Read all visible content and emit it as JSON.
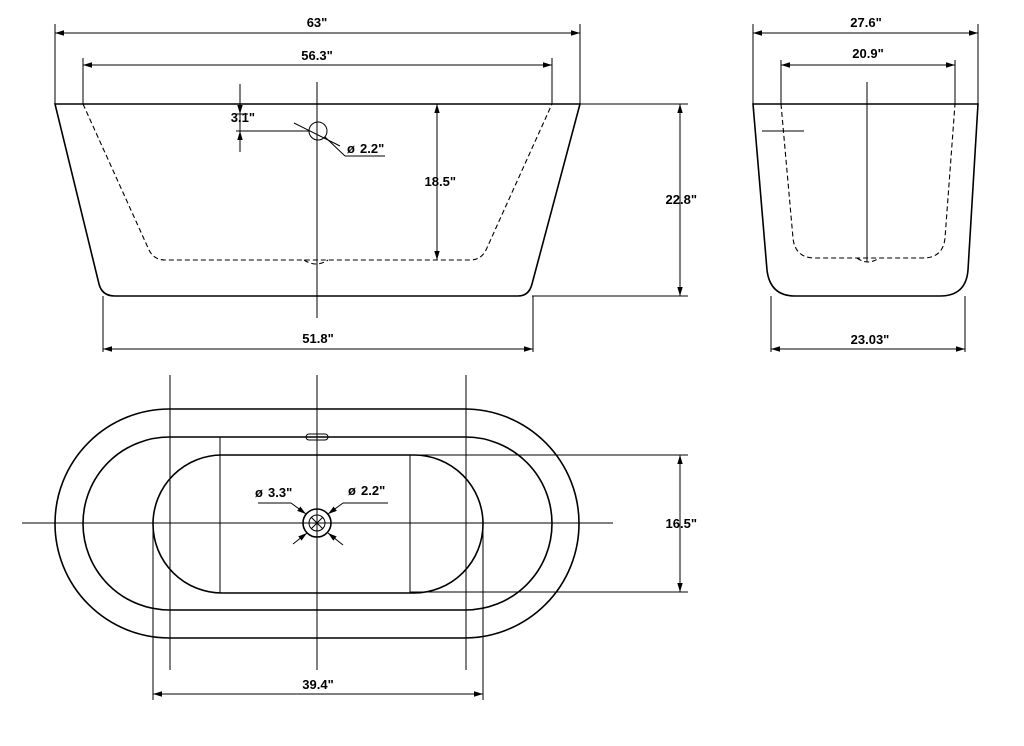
{
  "dimensions": {
    "front_top_length": "63\"",
    "front_inner_length": "56.3\"",
    "overflow_offset": "3.1\"",
    "overflow_diameter": "2.2\"",
    "inner_depth": "18.5\"",
    "outer_height": "22.8\"",
    "bottom_length": "51.8\"",
    "side_top_width": "27.6\"",
    "side_inner_width": "20.9\"",
    "side_bottom_width": "23.03\"",
    "drain_outer_diameter": "3.3\"",
    "drain_inner_diameter": "2.2\"",
    "plan_inner_width": "16.5\"",
    "plan_inner_length": "39.4\""
  },
  "symbols": {
    "diameter": "ø"
  }
}
